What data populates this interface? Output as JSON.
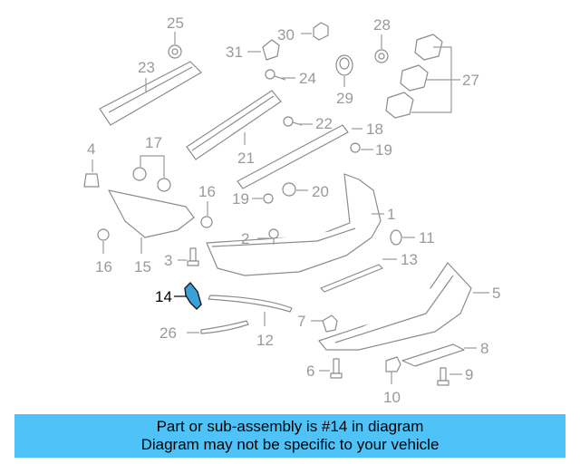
{
  "accent_color": "#3aa0d8",
  "banner_color": "#4fc3f7",
  "highlighted_part": "14",
  "callouts": {
    "c25": "25",
    "c30": "30",
    "c28": "28",
    "c31": "31",
    "c24": "24",
    "c23": "23",
    "c29": "29",
    "c27": "27",
    "c22": "22",
    "c18": "18",
    "c21": "21",
    "c4": "4",
    "c17": "17",
    "c19a": "19",
    "c16a": "16",
    "c19b": "19",
    "c20": "20",
    "c1": "1",
    "c2": "2",
    "c11": "11",
    "c3": "3",
    "c13": "13",
    "c16b": "16",
    "c15": "15",
    "c14": "14",
    "c5": "5",
    "c7": "7",
    "c26": "26",
    "c12": "12",
    "c8": "8",
    "c6": "6",
    "c9": "9",
    "c10": "10"
  },
  "banner": {
    "line1": "Part or sub-assembly is #14 in diagram",
    "line2": "Diagram may not be specific to your vehicle"
  }
}
